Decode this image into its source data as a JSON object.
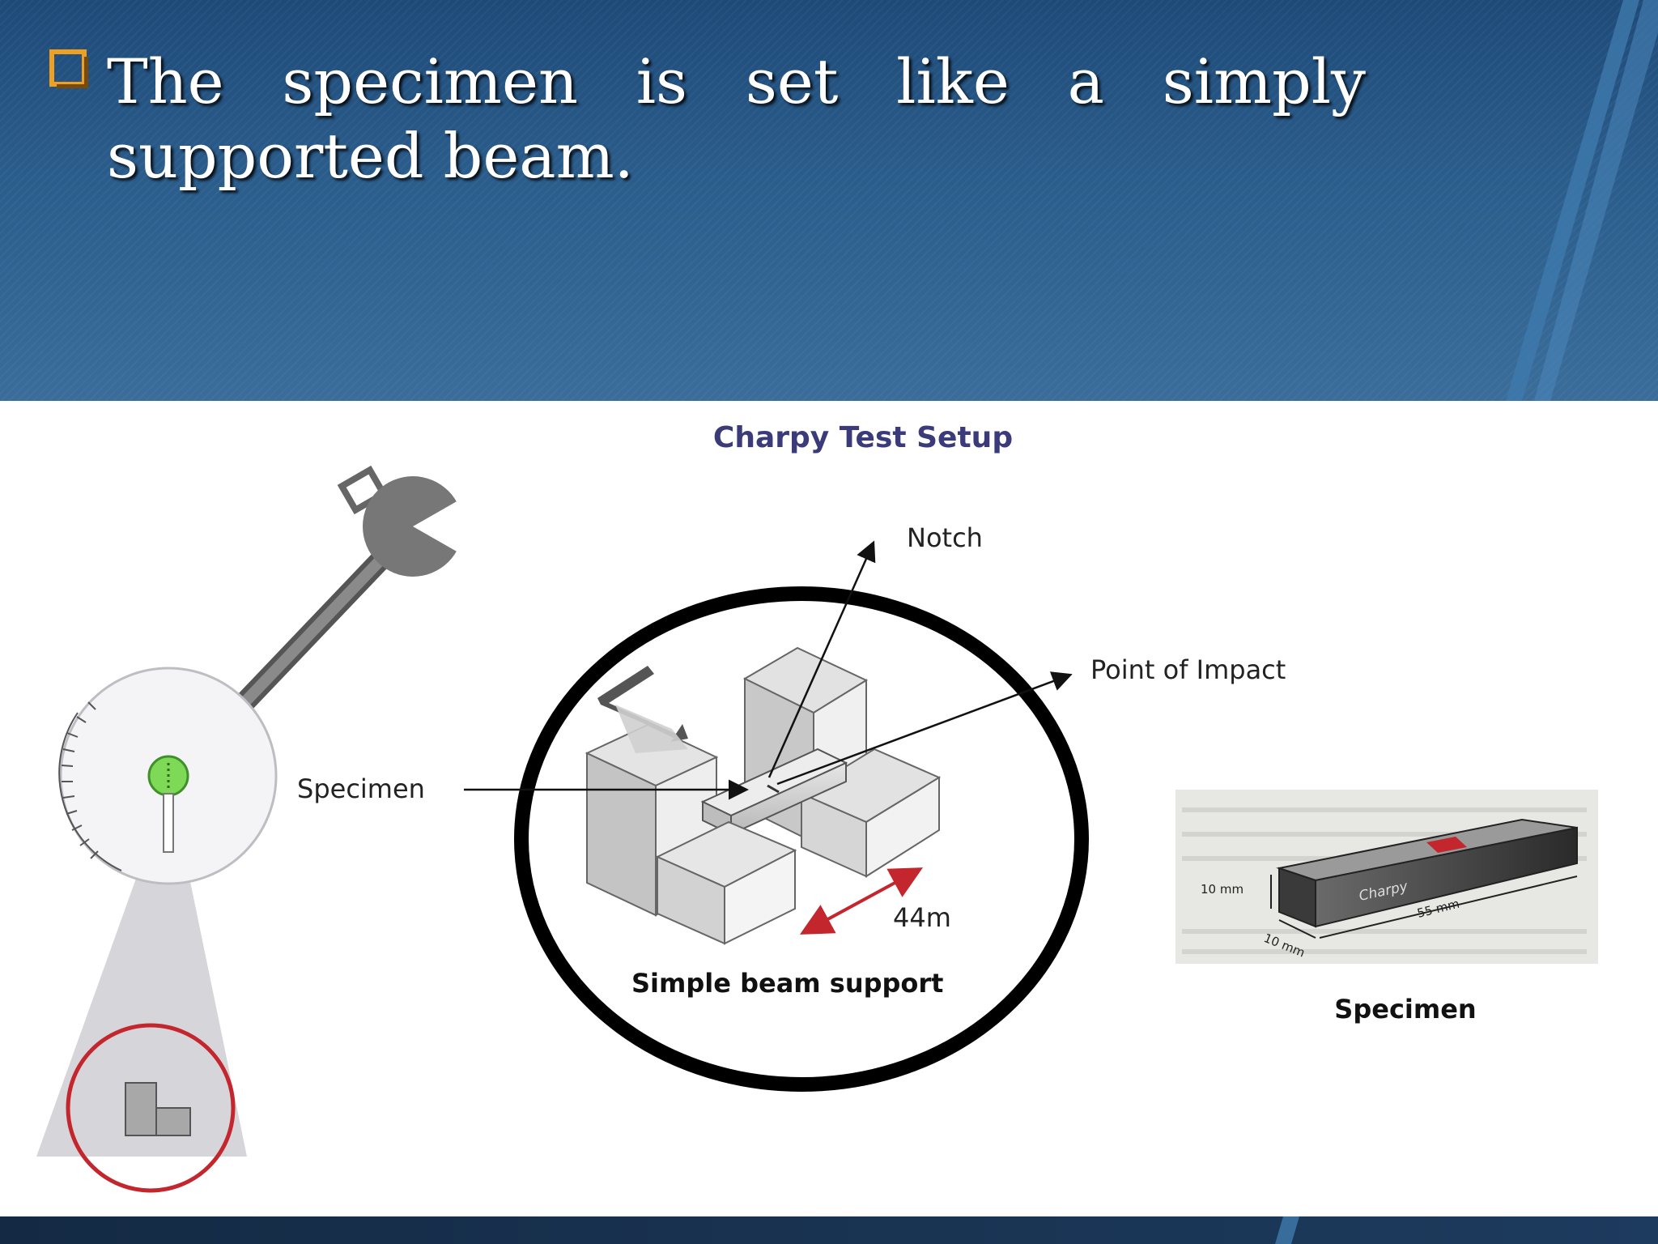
{
  "slide": {
    "heading": "The specimen is set like a simply supported beam."
  },
  "diagram": {
    "title": "Charpy Test Setup",
    "labels": {
      "specimen_pointer": "Specimen",
      "notch": "Notch",
      "point_of_impact": "Point of Impact",
      "length": "44m",
      "support": "Simple beam support",
      "specimen_caption": "Specimen"
    },
    "specimen_photo": {
      "height_dim": "10 mm",
      "width_dim": "10 mm",
      "length_dim": "55 mm",
      "marking": "Charpy"
    }
  },
  "colors": {
    "accent_orange": "#f0a020",
    "title_blue": "#3b3b7a",
    "red_circle": "#c4262e",
    "dial_green": "#7ed957"
  }
}
